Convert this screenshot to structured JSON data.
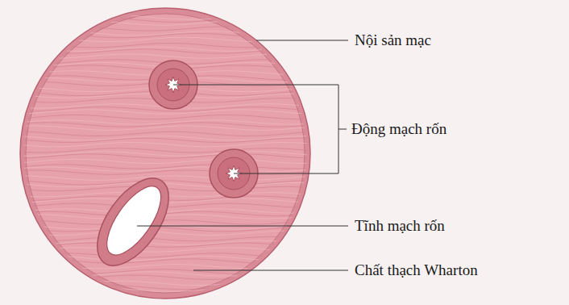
{
  "diagram": {
    "labels": [
      "Nội sản mạc",
      "Động mạch rốn",
      "Tĩnh mạch rốn",
      "Chất thạch Wharton"
    ]
  }
}
